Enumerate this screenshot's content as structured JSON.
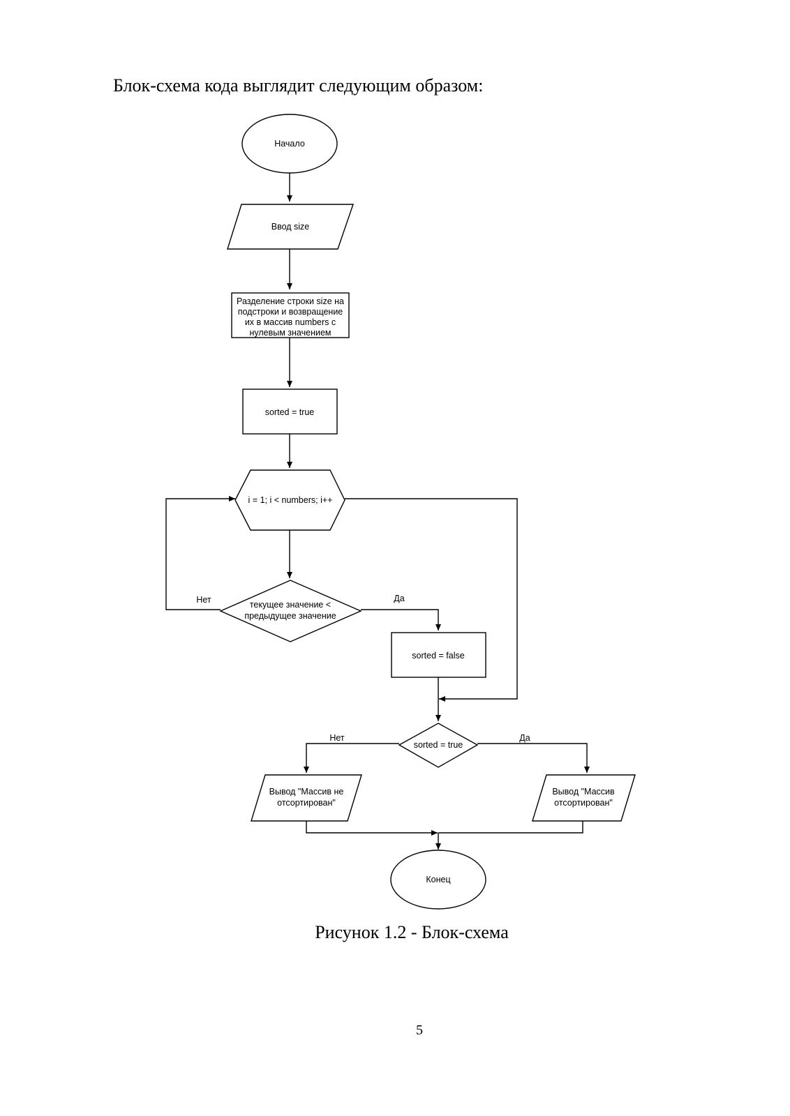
{
  "document": {
    "intro_text": "Блок-схема кода выглядит следующим образом:",
    "caption": "Рисунок 1.2 - Блок-схема",
    "page_number": "5"
  },
  "flowchart": {
    "start": "Начало",
    "input": "Ввод size",
    "split_lines": [
      "Разделение строки size на",
      "подстроки и возвращение",
      "их в массив numbers с",
      "нулевым значением"
    ],
    "init_sorted": "sorted = true",
    "loop": "i = 1; i < numbers; i++",
    "compare_lines": [
      "текущее значение <",
      "предыдущее значение"
    ],
    "compare_no": "Нет",
    "compare_yes": "Да",
    "set_false": "sorted = false",
    "check_sorted": "sorted = true",
    "check_no": "Нет",
    "check_yes": "Да",
    "output_not_sorted_lines": [
      "Вывод \"Массив не",
      "отсортирован\""
    ],
    "output_sorted_lines": [
      "Вывод \"Массив",
      "отсортирован\""
    ],
    "end": "Конец"
  }
}
